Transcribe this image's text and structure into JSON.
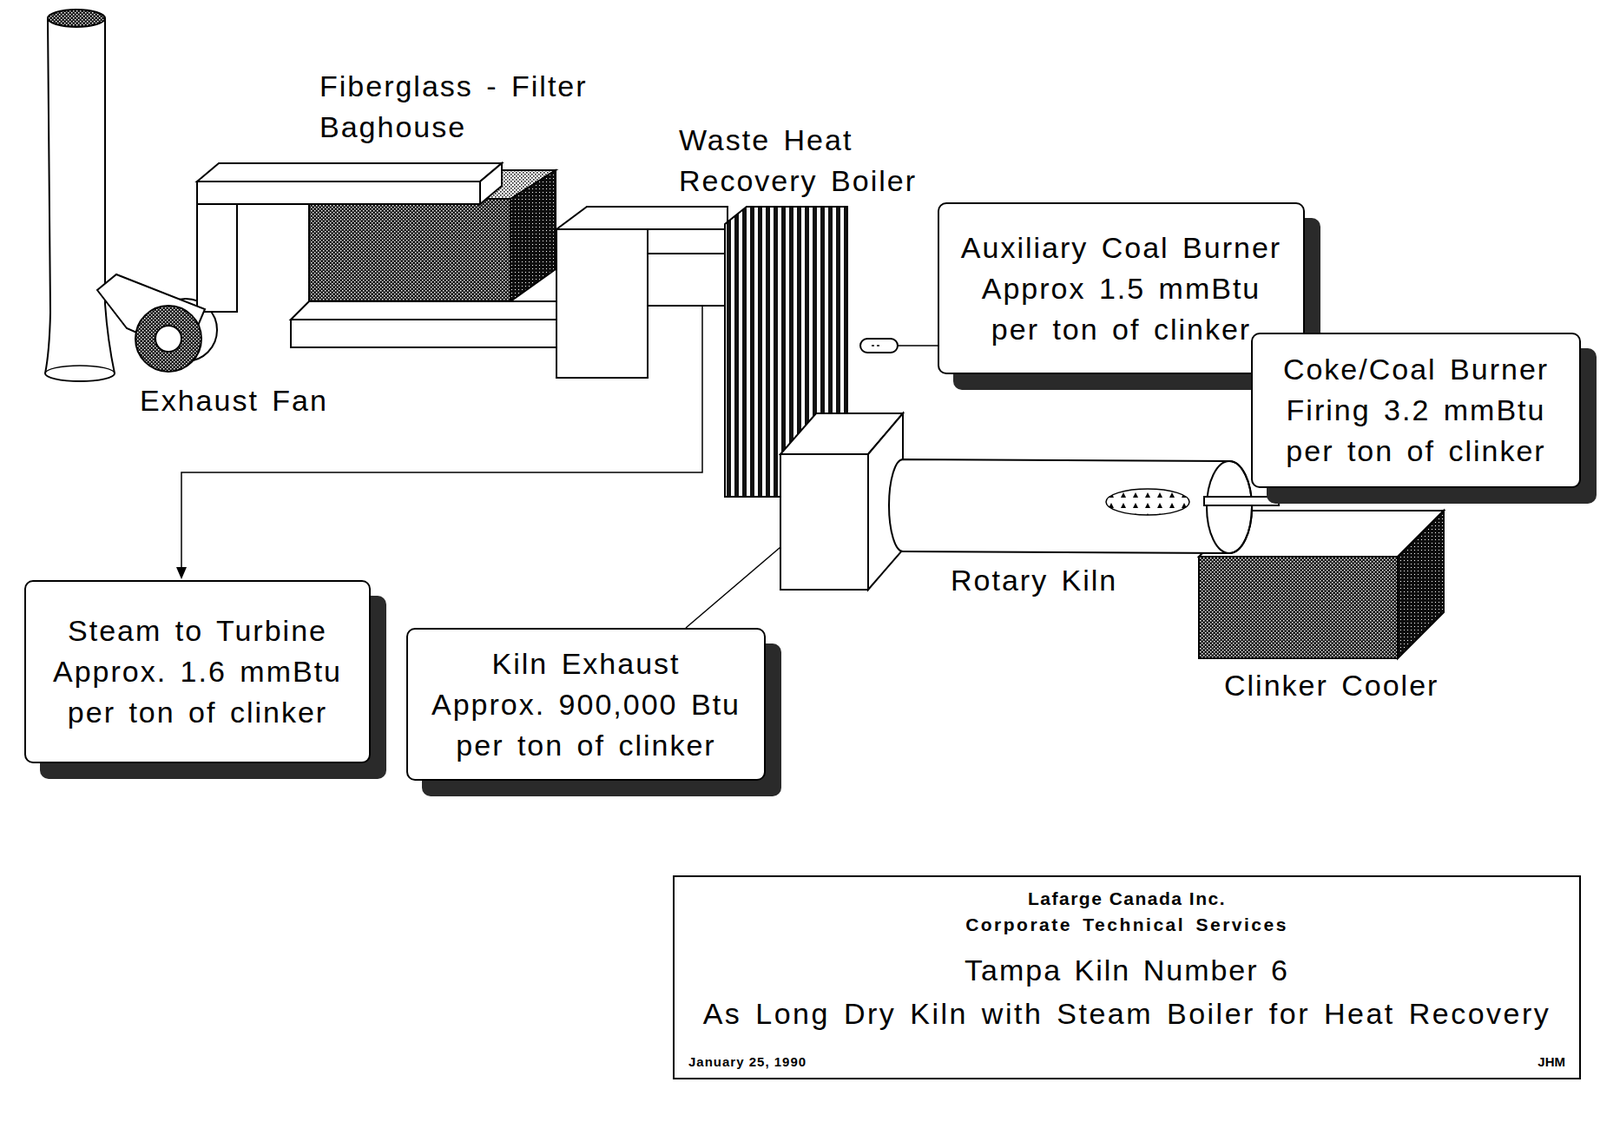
{
  "diagram": {
    "nodes": [
      {
        "text": [
          "Auxiliary Coal Burner",
          "Approx 1.5 mmBtu per ton of clinker"
        ]
      },
      {
        "text": [
          "Coke/Coal Burner",
          "Firing 3.2 mmBtu per ton of clinker"
        ]
      },
      {
        "text": [
          "Steam to Turbine",
          "Approx. 1.6 mmBtu per ton of clinker"
        ]
      },
      {
        "text": [
          "Kiln Exhaust",
          "Approx. 900,000 Btu per ton of clinker"
        ]
      },
      {
        "text": [
          "Lafarge Canada Inc.",
          "Corporate Technical Services",
          "Tampa Kiln Number 6",
          "As Long Dry Kiln with Steam Boiler for Heat Recovery",
          "January 25, 1990",
          "JHM"
        ]
      }
    ],
    "labels": [
      "Fiberglass - Filter Baghouse",
      "Waste Heat Recovery Boiler",
      "Exhaust Fan",
      "Rotary Kiln",
      "Clinker Cooler"
    ]
  }
}
